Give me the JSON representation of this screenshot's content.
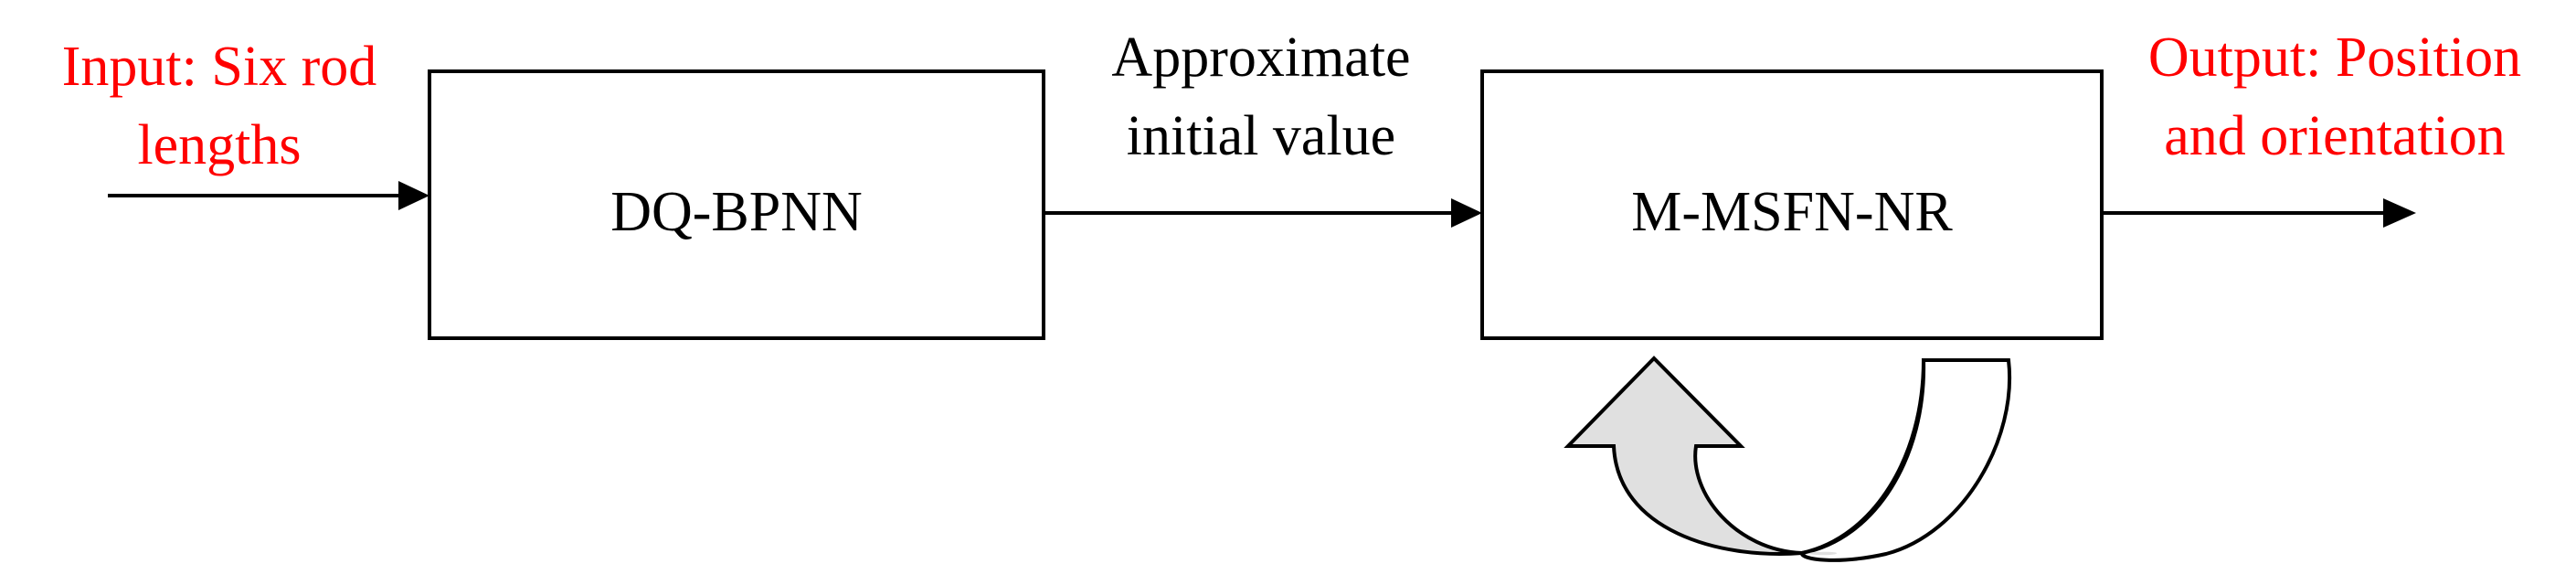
{
  "input": {
    "line1": "Input: Six rod",
    "line2": "lengths"
  },
  "blocks": {
    "first": "DQ-BPNN",
    "second": "M-MSFN-NR"
  },
  "intermediate": {
    "line1": "Approximate",
    "line2": "initial value"
  },
  "output": {
    "line1": "Output: Position",
    "line2": "and orientation"
  },
  "colors": {
    "io_text": "#ff0000",
    "text": "#000000",
    "stroke": "#000000",
    "feedback_fill": "#e0e0e0"
  },
  "icons": {
    "feedback": "circular-feedback-arrow-icon"
  }
}
